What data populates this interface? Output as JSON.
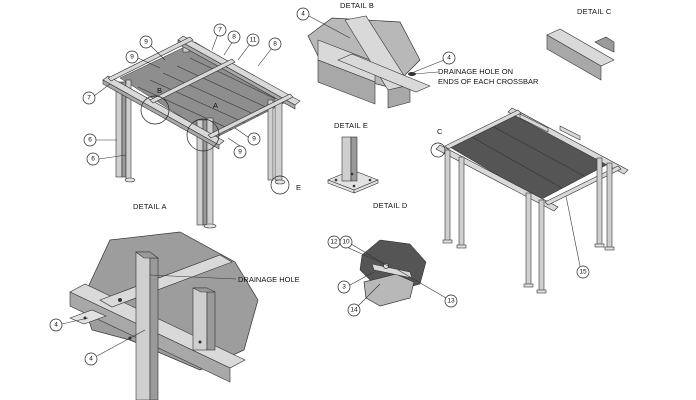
{
  "titles": {
    "detail_a": "DETAIL A",
    "detail_b": "DETAIL B",
    "detail_c": "DETAIL C",
    "detail_d": "DETAIL D",
    "detail_e": "DETAIL E"
  },
  "notes": {
    "drainage_ends_line1": "DRAINAGE HOLE ON",
    "drainage_ends_line2": "ENDS OF EACH CROSSBAR",
    "drainage_hole": "DRAINAGE HOLE"
  },
  "view_markers": {
    "a": "A",
    "b": "B",
    "c": "C",
    "e": "E"
  },
  "balloons": {
    "main_9_top": "9",
    "main_9_left": "9",
    "main_7_a": "7",
    "main_8_a": "8",
    "main_11": "11",
    "main_8_b": "8",
    "main_7_left": "7",
    "main_6_a": "6",
    "main_6_b": "6",
    "main_9_mid": "9",
    "main_9_low": "9",
    "detail_b_4_top": "4",
    "detail_b_4_right": "4",
    "detail_d_12": "12",
    "detail_d_10": "10",
    "detail_d_3": "3",
    "detail_d_14": "14",
    "detail_d_13": "13",
    "pergola_15": "15",
    "closeup_4_a": "4",
    "closeup_4_b": "4"
  }
}
